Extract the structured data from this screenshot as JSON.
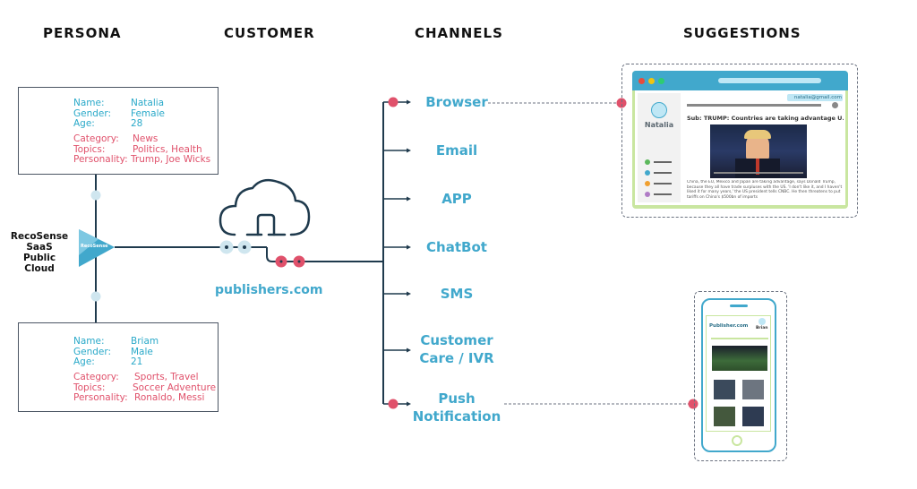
{
  "headers": {
    "persona": "PERSONA",
    "customer": "CUSTOMER",
    "channels": "CHANNELS",
    "suggestions": "SUGGESTIONS"
  },
  "personas": [
    {
      "name_label": "Name:",
      "name": "Natalia",
      "gender_label": "Gender:",
      "gender": "Female",
      "age_label": "Age:",
      "age": "28",
      "category_label": "Category:",
      "category": "News",
      "topics_label": "Topics:",
      "topics": "Politics, Health",
      "personality_label": "Personality:",
      "personality": "Trump, Joe Wicks"
    },
    {
      "name_label": "Name:",
      "name": "Briam",
      "gender_label": "Gender:",
      "gender": "Male",
      "age_label": "Age:",
      "age": "21",
      "category_label": "Category:",
      "category": "Sports, Travel",
      "topics_label": "Topics:",
      "topics": "Soccer Adventure",
      "personality_label": "Personality:",
      "personality": "Ronaldo, Messi"
    }
  ],
  "recosense": {
    "line1": "RecoSense",
    "line2": "SaaS",
    "line3": "Public Cloud",
    "logo_text": "RecoSense"
  },
  "customer": {
    "name": "publishers.com"
  },
  "channels": [
    {
      "line1": "Browser",
      "line2": ""
    },
    {
      "line1": "Email",
      "line2": ""
    },
    {
      "line1": "APP",
      "line2": ""
    },
    {
      "line1": "ChatBot",
      "line2": ""
    },
    {
      "line1": "SMS",
      "line2": ""
    },
    {
      "line1": "Customer",
      "line2": "Care / IVR"
    },
    {
      "line1": "Push",
      "line2": "Notification"
    }
  ],
  "browser_mockup": {
    "email": "natalia@gmail.com",
    "user": "Natalia",
    "headline": "Sub: TRUMP: Countries are taking advantage U.S",
    "body": "China, the EU, Mexico and Japan are taking advantage, says Donald Trump, because they all have trade surpluses with the US. 'I don't like it, and I haven't liked it for many years,' the US president tells CNBC. He then threatens to put tariffs on China's $500bn of imports"
  },
  "phone_mockup": {
    "site": "Publisher.com",
    "user": "Brian"
  },
  "colors": {
    "teal": "#2aa9c9",
    "pink": "#e0516b",
    "navy": "#1f3a4d",
    "dot_light": "#cfe6ef",
    "browser_blue": "#41a8cc",
    "phone_border": "#41a8cc",
    "phone_green": "#c9e6a0"
  }
}
